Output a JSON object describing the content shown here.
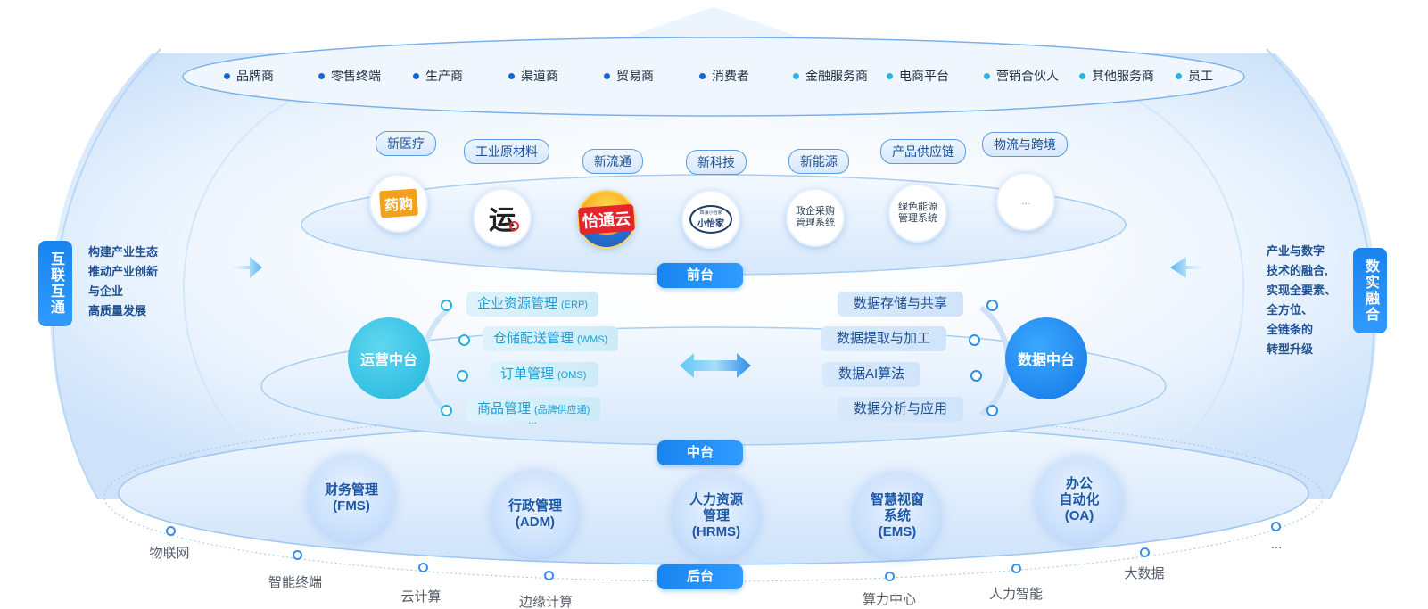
{
  "audience": [
    {
      "label": "品牌商",
      "color": "#1566d1"
    },
    {
      "label": "零售终端",
      "color": "#1566d1"
    },
    {
      "label": "生产商",
      "color": "#1566d1"
    },
    {
      "label": "渠道商",
      "color": "#1566d1"
    },
    {
      "label": "贸易商",
      "color": "#1566d1"
    },
    {
      "label": "消费者",
      "color": "#1566d1"
    },
    {
      "label": "金融服务商",
      "color": "#2bb6e0"
    },
    {
      "label": "电商平台",
      "color": "#2bb6e0"
    },
    {
      "label": "营销合伙人",
      "color": "#2bb6e0"
    },
    {
      "label": "其他服务商",
      "color": "#2bb6e0"
    },
    {
      "label": "员工",
      "color": "#2bb6e0"
    }
  ],
  "industries": [
    "新医疗",
    "工业原材料",
    "新流通",
    "新科技",
    "新能源",
    "产品供应链",
    "物流与跨境"
  ],
  "products": {
    "yaogou": "药购",
    "yun": "运",
    "yitongyun": "怡通云",
    "xiaoyijia_small": "四海小怡家",
    "xiaoyijia": "小怡家",
    "procurement": "政企采购管理系统",
    "green_energy": "绿色能源管理系统",
    "more": "..."
  },
  "tiers": {
    "front": "前台",
    "middle": "中台",
    "back": "后台"
  },
  "operations": {
    "title": "运营中台",
    "items": [
      {
        "label": "企业资源管理",
        "code": "(ERP)"
      },
      {
        "label": "仓储配送管理",
        "code": "(WMS)"
      },
      {
        "label": "订单管理",
        "code": "(OMS)"
      },
      {
        "label": "商品管理",
        "code": "(品牌供应通)"
      }
    ],
    "more": "..."
  },
  "data_platform": {
    "title": "数据中台",
    "items": [
      "数据存储与共享",
      "数据提取与加工",
      "数据AI算法",
      "数据分析与应用"
    ]
  },
  "back_systems": [
    {
      "line1": "财务管理",
      "line2": "(FMS)",
      "line3": ""
    },
    {
      "line1": "行政管理",
      "line2": "(ADM)",
      "line3": ""
    },
    {
      "line1": "人力资源",
      "line2": "管理",
      "line3": "(HRMS)"
    },
    {
      "line1": "智慧视窗",
      "line2": "系统",
      "line3": "(EMS)"
    },
    {
      "line1": "办公",
      "line2": "自动化",
      "line3": "(OA)"
    }
  ],
  "technologies": [
    "物联网",
    "智能终端",
    "云计算",
    "边缘计算",
    "算力中心",
    "人力智能",
    "大数据",
    "..."
  ],
  "left_side": {
    "tag": "互联互通",
    "text": [
      "构建产业生态",
      "推动产业创新",
      "与企业",
      "高质量发展"
    ]
  },
  "right_side": {
    "tag": "数实融合",
    "text": [
      "产业与数字",
      "技术的融合,",
      "实现全要素、",
      "全方位、",
      "全链条的",
      "转型升级"
    ]
  },
  "colors": {
    "primary": "#1a84ee",
    "accent": "#2bb6e0",
    "text_dark": "#1d4f91"
  }
}
